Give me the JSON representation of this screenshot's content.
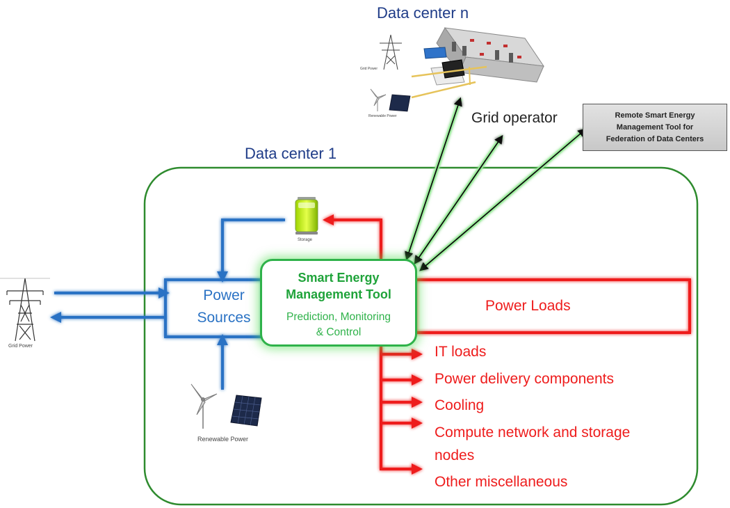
{
  "diagram": {
    "data_center_n_title": "Data center n",
    "data_center_1_title": "Data center 1",
    "grid_operator": "Grid operator",
    "remote_tool": {
      "line1": "Remote Smart Energy",
      "line2": "Management Tool for",
      "line3": "Federation of Data Centers"
    },
    "power_sources": {
      "line1": "Power",
      "line2": "Sources"
    },
    "smart_tool": {
      "title1": "Smart Energy",
      "title2": "Management Tool",
      "sub1": "Prediction, Monitoring",
      "sub2": "& Control"
    },
    "power_loads": "Power Loads",
    "loads": [
      "IT loads",
      "Power delivery components",
      "Cooling",
      "Compute network and storage",
      "nodes",
      "Other miscellaneous"
    ],
    "storage_label": "Storage",
    "grid_power_label": "Grid Power",
    "renewable_power_label": "Renewable Power",
    "dcn_grid_label": "Grid Power",
    "dcn_renewable_label": "Renewable Power",
    "colors": {
      "blue_flow": "#2a72c4",
      "red_flow": "#ee1c1c",
      "green_accent": "#2fb24a",
      "title_blue": "#1f3c88"
    },
    "icons": [
      "grid-tower-icon",
      "battery-storage-icon",
      "wind-turbine-icon",
      "solar-panel-icon",
      "data-center-icon"
    ]
  }
}
